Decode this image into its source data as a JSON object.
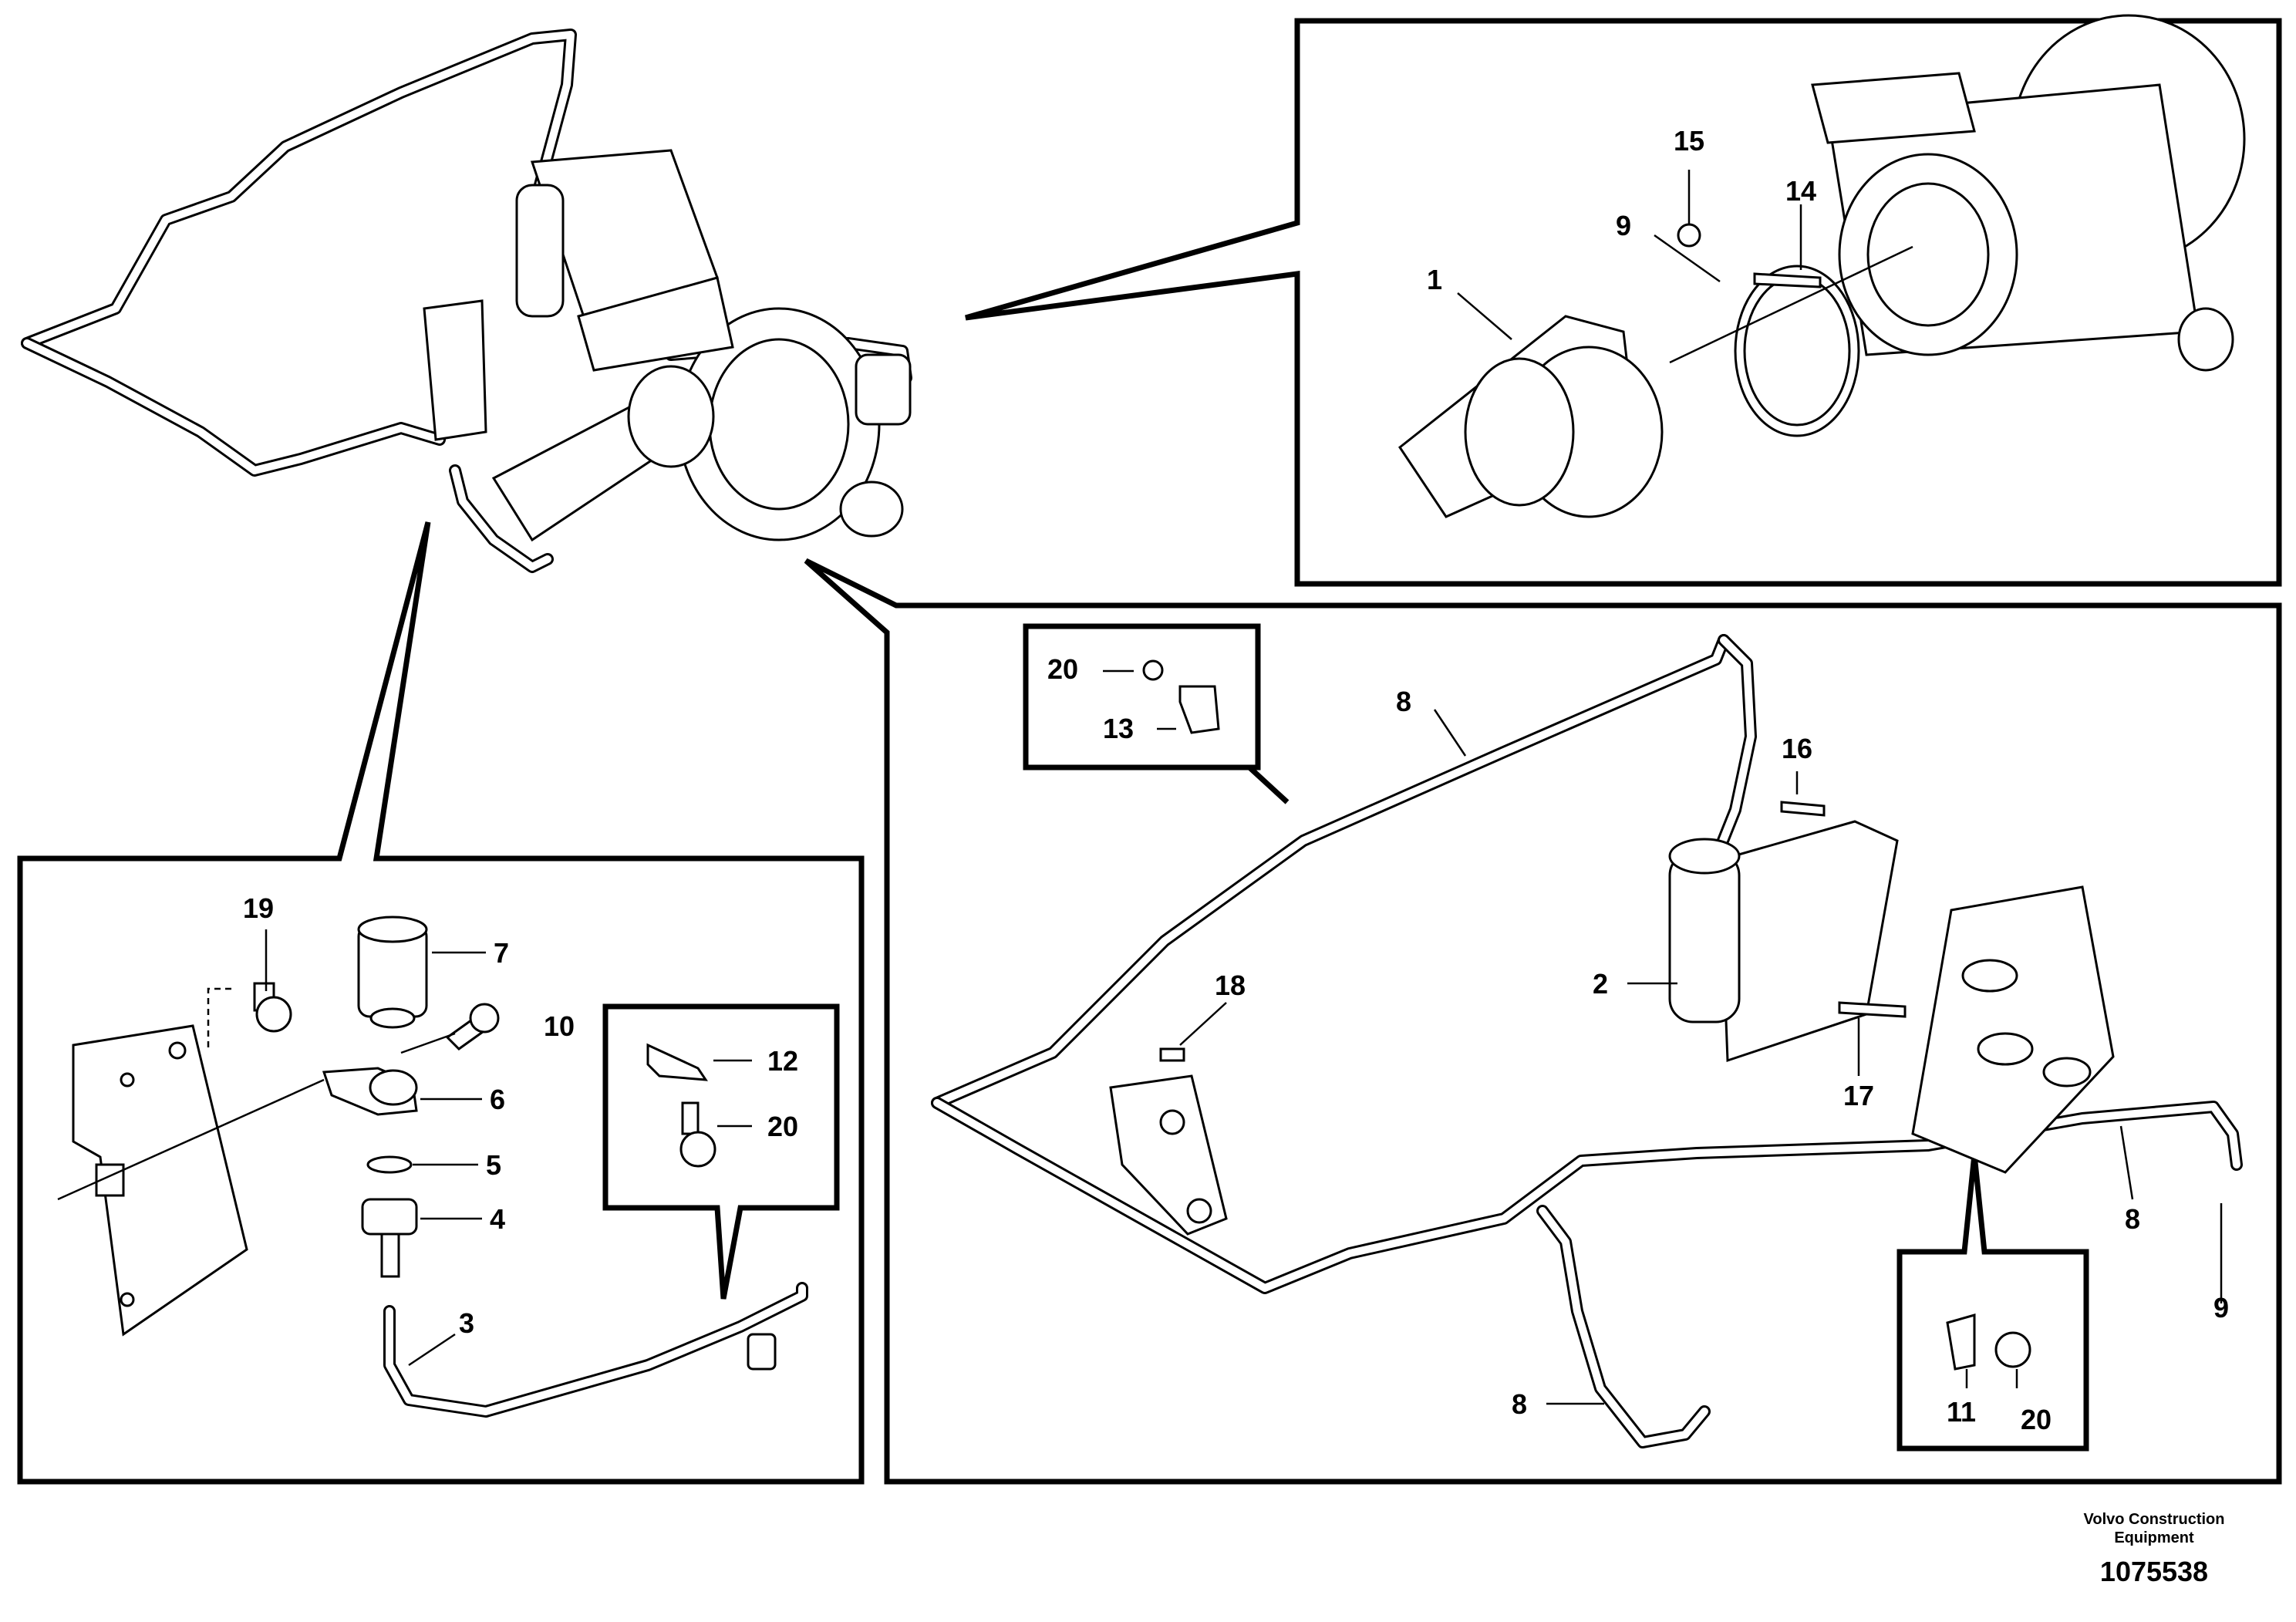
{
  "callouts": {
    "main_1": "1",
    "main_9": "9",
    "main_15": "15",
    "main_14": "14",
    "left_19": "19",
    "left_7": "7",
    "left_10": "10",
    "left_6": "6",
    "left_5": "5",
    "left_4": "4",
    "left_3": "3",
    "left_12": "12",
    "left_20": "20",
    "right_20": "20",
    "right_13": "13",
    "right_8a": "8",
    "right_16": "16",
    "right_2": "2",
    "right_18": "18",
    "right_17": "17",
    "right_8b": "8",
    "right_9": "9",
    "right_8c": "8",
    "right_11": "11",
    "right_20b": "20"
  },
  "footer": {
    "company_line1": "Volvo Construction",
    "company_line2": "Equipment",
    "figure_number": "1075538"
  }
}
